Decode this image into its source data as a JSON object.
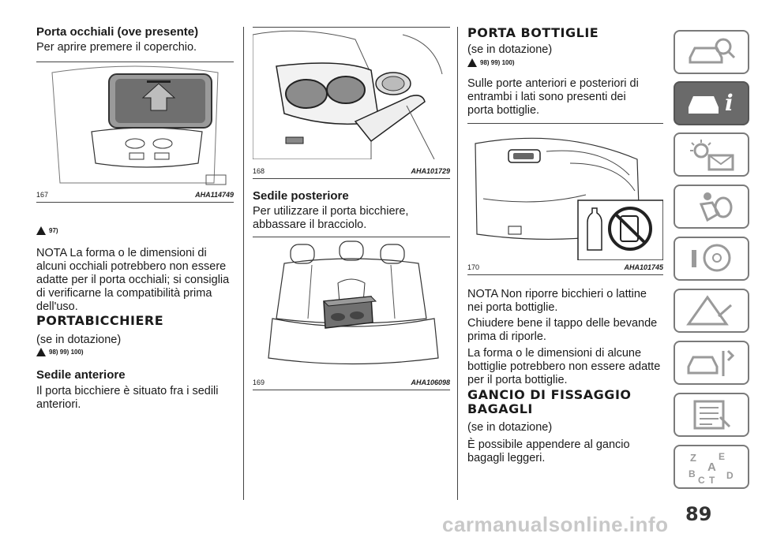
{
  "left": {
    "heading1": "Porta occhiali (ove presente)",
    "p1": "Per aprire premere il coperchio.",
    "fig167": {
      "num": "167",
      "code": "AHA114749"
    },
    "warn1": "97)",
    "note1": "NOTA La forma o le dimensioni di alcuni occhiali potrebbero non essere adatte per il porta occhiali; si consiglia di verificarne la compatibilità prima dell'uso.",
    "heading2": "PORTABICCHIERE",
    "p2": "(se in dotazione)",
    "warn2": "98) 99) 100)",
    "heading3": "Sedile anteriore",
    "p3": "Il porta bicchiere è situato fra i sedili anteriori."
  },
  "middle": {
    "fig168": {
      "num": "168",
      "code": "AHA101729"
    },
    "heading1": "Sedile posteriore",
    "p1": "Per utilizzare il porta bicchiere, abbassare il bracciolo.",
    "fig169": {
      "num": "169",
      "code": "AHA106098"
    }
  },
  "right": {
    "heading1": "PORTA BOTTIGLIE",
    "p1": "(se in dotazione)",
    "warn1": "98) 99) 100)",
    "p2": "Sulle porte anteriori e posteriori di entrambi i lati sono presenti dei porta bottiglie.",
    "fig170": {
      "num": "170",
      "code": "AHA101745"
    },
    "p3": "NOTA Non riporre bicchieri o lattine nei porta bottiglie.",
    "p4": "Chiudere bene il tappo delle bevande prima di riporle.",
    "p5": "La forma o le dimensioni di alcune bottiglie potrebbero non essere adatte per il porta bottiglie.",
    "heading2": "GANCIO DI FISSAGGIO BAGAGLI",
    "p6": "(se in dotazione)",
    "p7": "È possibile appendere al gancio bagagli leggeri."
  },
  "sidebar": {
    "icons": [
      "car-search-icon",
      "car-info-icon",
      "warning-lights-icon",
      "airbag-steering-icon",
      "warning-triangle-icon",
      "car-tools-icon",
      "document-list-icon",
      "alphabet-index-icon"
    ],
    "active_index": 1,
    "letters": [
      "Z",
      "E",
      "A",
      "B",
      "C",
      "T",
      "D"
    ]
  },
  "page_number": "89",
  "watermark": "carmanualsonline.info"
}
